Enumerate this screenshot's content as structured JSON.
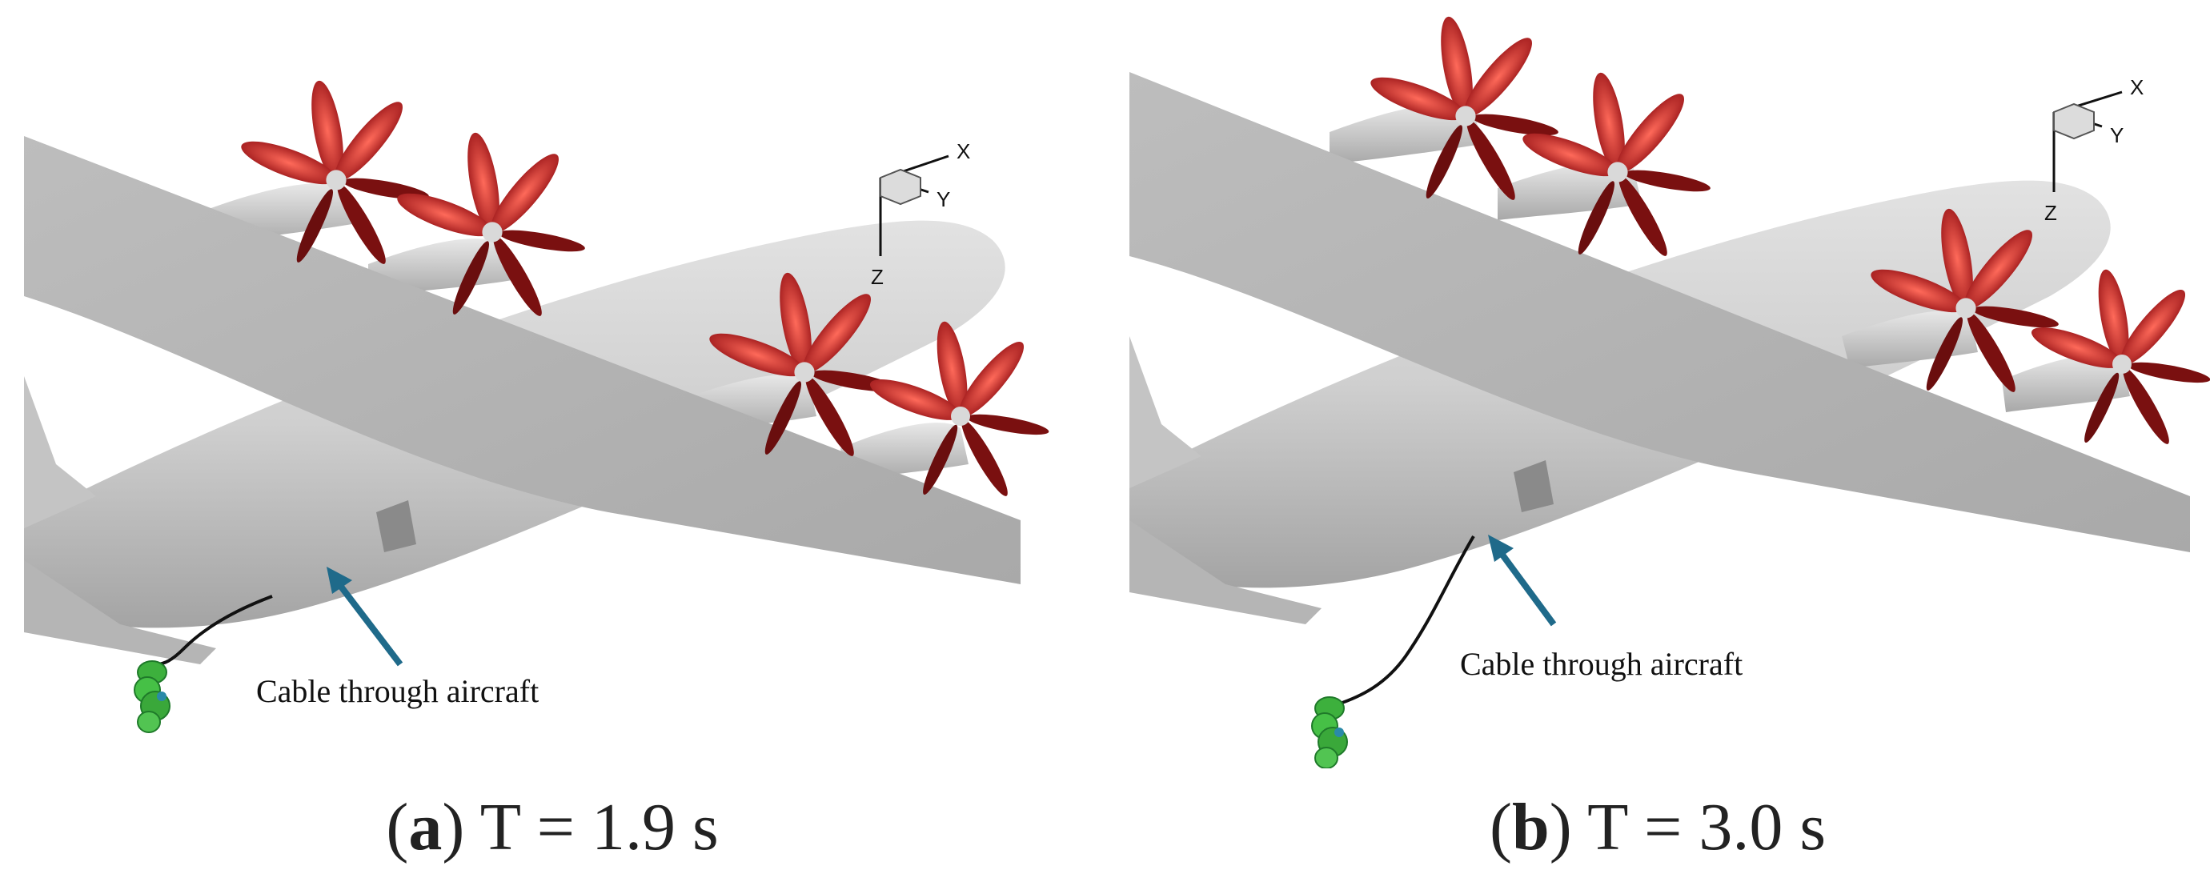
{
  "panels": [
    {
      "id": "a",
      "caption_letter": "a",
      "caption_text": "T = 1.9 s",
      "annotation": "Cable through aircraft",
      "axes": {
        "x": "X",
        "y": "Y",
        "z": "Z"
      }
    },
    {
      "id": "b",
      "caption_letter": "b",
      "caption_text": "T = 3.0 s",
      "annotation": "Cable through aircraft",
      "axes": {
        "x": "X",
        "y": "Y",
        "z": "Z"
      }
    }
  ],
  "colors": {
    "fuselage": "#c9c9c9",
    "wing": "#b8b8b8",
    "propeller": "#c0202a",
    "arrow": "#1f6a8a",
    "payload": "#3db03d",
    "cable": "#111111"
  }
}
